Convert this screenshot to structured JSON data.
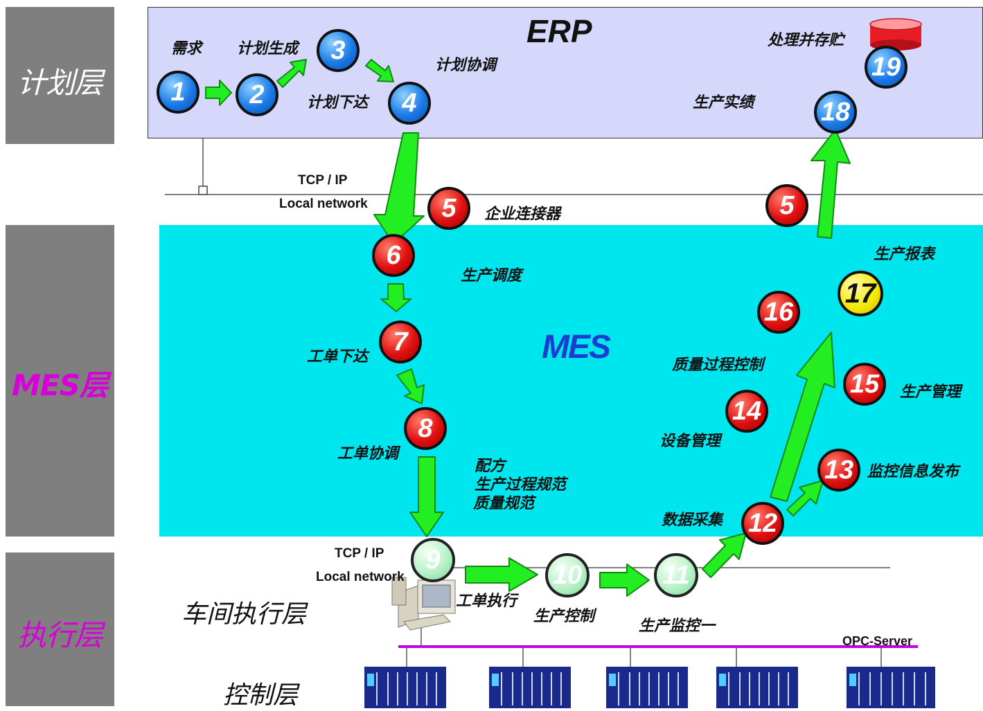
{
  "sidebar": {
    "plan_layer": "计划层",
    "mes_layer": "MES层",
    "exec_layer": "执行层"
  },
  "colors": {
    "erp_bg": "#d6d8fb",
    "mes_bg": "#00e6ee",
    "sidebar_bg": "#7f7f7f",
    "mes_label": "#d800d8",
    "arrow": "#22ee22",
    "opc_bus": "#c000e0"
  },
  "erp": {
    "title": "ERP",
    "labels": {
      "demand": "需求",
      "plan_generate": "计划生成",
      "plan_coordinate": "计划协调",
      "plan_issue": "计划下达",
      "process_store": "处理并存贮",
      "production_performance": "生产实绩"
    }
  },
  "network_top": {
    "protocol": "TCP / IP",
    "network": "Local network",
    "connector_label": "企业连接器"
  },
  "mes": {
    "title": "MES",
    "labels": {
      "scheduling": "生产调度",
      "work_order_issue": "工单下达",
      "work_order_coord": "工单协调",
      "recipe": "配方",
      "process_spec": "生产过程规范",
      "quality_spec": "质量规范",
      "report": "生产报表",
      "quality_control": "质量过程控制",
      "production_mgmt": "生产管理",
      "equipment_mgmt": "设备管理",
      "monitor_publish": "监控信息发布",
      "data_collection": "数据采集"
    }
  },
  "network_bottom": {
    "protocol": "TCP / IP",
    "network": "Local network"
  },
  "shop_floor": {
    "title": "车间执行层",
    "labels": {
      "work_execution": "工单执行",
      "production_control": "生产控制",
      "production_monitor": "生产监控一"
    }
  },
  "control_layer": {
    "title": "控制层",
    "opc_server": "OPC-Server"
  },
  "nodes": {
    "n1": "1",
    "n2": "2",
    "n3": "3",
    "n4": "4",
    "n5a": "5",
    "n5b": "5",
    "n6": "6",
    "n7": "7",
    "n8": "8",
    "n9": "9",
    "n10": "10",
    "n11": "11",
    "n12": "12",
    "n13": "13",
    "n14": "14",
    "n15": "15",
    "n16": "16",
    "n17": "17",
    "n18": "18",
    "n19": "19"
  },
  "icons": {
    "database": "database-icon",
    "workstation": "computer-workstation-icon",
    "plc": "plc-rack-icon"
  }
}
